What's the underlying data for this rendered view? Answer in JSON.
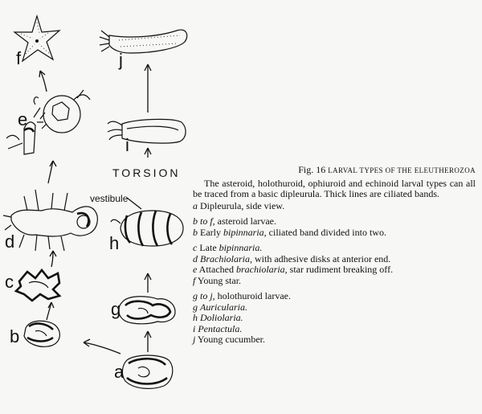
{
  "figure": {
    "labels": {
      "a": "a",
      "b": "b",
      "c": "c",
      "d": "d",
      "e": "e",
      "f": "f",
      "g": "g",
      "h": "h",
      "i": "i",
      "j": "j"
    },
    "torsion_label": "TORSION",
    "vestibule_label": "vestibule"
  },
  "caption": {
    "fig_number": "Fig. 16",
    "title": "LARVAL TYPES OF THE ELEUTHEROZOA",
    "intro": "The asteroid, holothuroid, ophiuroid and echinoid larval types can all be traced from a basic dipleurula. Thick lines are ciliated bands.",
    "items": [
      {
        "key": "a",
        "text": "Dipleurula, side view."
      },
      {
        "key": "b to f,",
        "text": "asteroid larvae.",
        "gap_before": true
      },
      {
        "key": "b",
        "text_pre": "Early ",
        "text_italic": "bipinnaria,",
        "text_post": " ciliated band divided into two."
      },
      {
        "key": "c",
        "text_pre": "Late ",
        "text_italic": "bipinnaria.",
        "text_post": "",
        "gap_before": true
      },
      {
        "key": "d",
        "text_pre": "",
        "text_italic": "Brachiolaria,",
        "text_post": " with adhesive disks at anterior end."
      },
      {
        "key": "e",
        "text_pre": "Attached ",
        "text_italic": "brachiolaria,",
        "text_post": " star rudiment breaking off."
      },
      {
        "key": "f",
        "text": "Young star."
      },
      {
        "key": "g to j,",
        "text": "holothuroid larvae.",
        "gap_before": true
      },
      {
        "key": "g",
        "text_pre": "",
        "text_italic": "Auricularia.",
        "text_post": ""
      },
      {
        "key": "h",
        "text_pre": "",
        "text_italic": "Doliolaria.",
        "text_post": ""
      },
      {
        "key": "i",
        "text_pre": "",
        "text_italic": "Pentactula.",
        "text_post": ""
      },
      {
        "key": "j",
        "text": "Young cucumber."
      }
    ]
  }
}
